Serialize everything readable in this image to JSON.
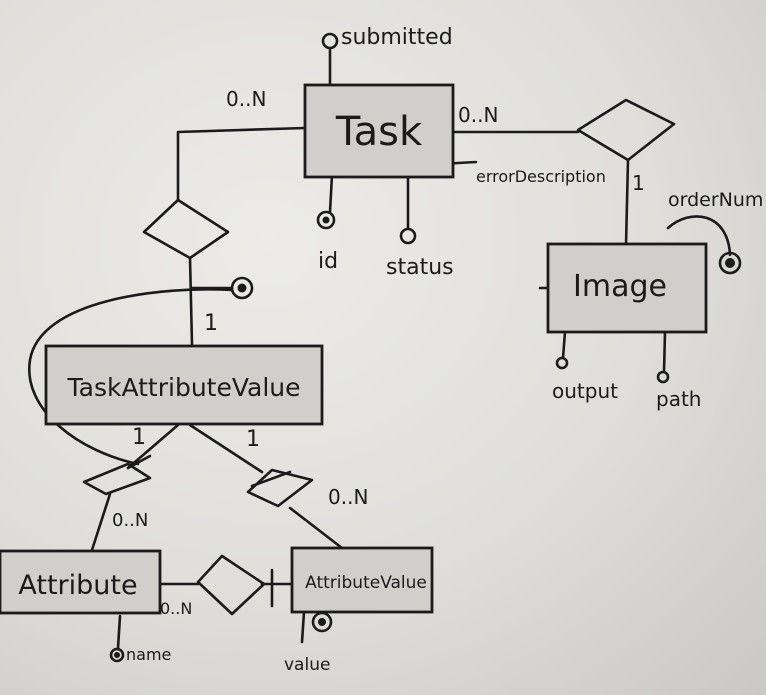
{
  "entities": {
    "task": "Task",
    "image": "Image",
    "task_attribute_value": "TaskAttributeValue",
    "attribute": "Attribute",
    "attribute_value": "AttributeValue"
  },
  "attributes": {
    "submitted": "submitted",
    "id": "id",
    "status": "status",
    "error_description": "errorDescription",
    "order_num": "orderNum",
    "output": "output",
    "path": "path",
    "name": "name",
    "value": "value"
  },
  "cardinalities": {
    "task_left": "0..N",
    "task_right": "0..N",
    "image_top": "1",
    "tav_top": "1",
    "tav_bottom_left": "1",
    "tav_bottom_right": "1",
    "attribute_top": "0..N",
    "attribute_value_top": "0..N",
    "attribute_right": "0..N"
  },
  "colors": {
    "ink": "#1b1b1b",
    "board": "#e4e3e0",
    "box_fill": "#d0cfcc"
  }
}
